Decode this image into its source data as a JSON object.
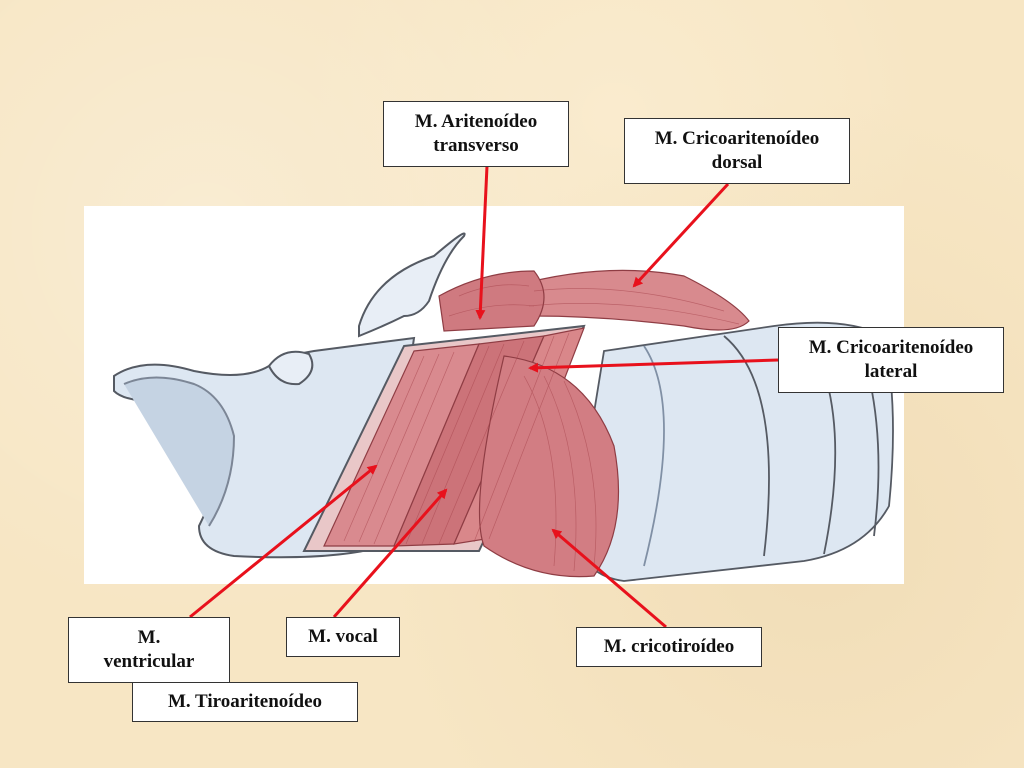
{
  "labels": {
    "aritenoideo_transverso": "M. Aritenoídeo\ntransverso",
    "cricoaritenoideo_dorsal": "M. Cricoaritenoídeo\ndorsal",
    "cricoaritenoideo_lateral": "M. Cricoaritenoídeo\nlateral",
    "ventricular": "M.\nventricular",
    "vocal": "M. vocal",
    "cricotiroideo": "M. cricotiroídeo",
    "tiroaritenoideo": "M. Tiroaritenoídeo"
  },
  "colors": {
    "arrow": "#e8111c",
    "muscle": "#d9878a",
    "muscle_dark": "#b9585e",
    "cartilage": "#dde7f2",
    "cartilage_shade": "#c5d3e3",
    "outline": "#555a63",
    "background": "#f7e6c4"
  }
}
